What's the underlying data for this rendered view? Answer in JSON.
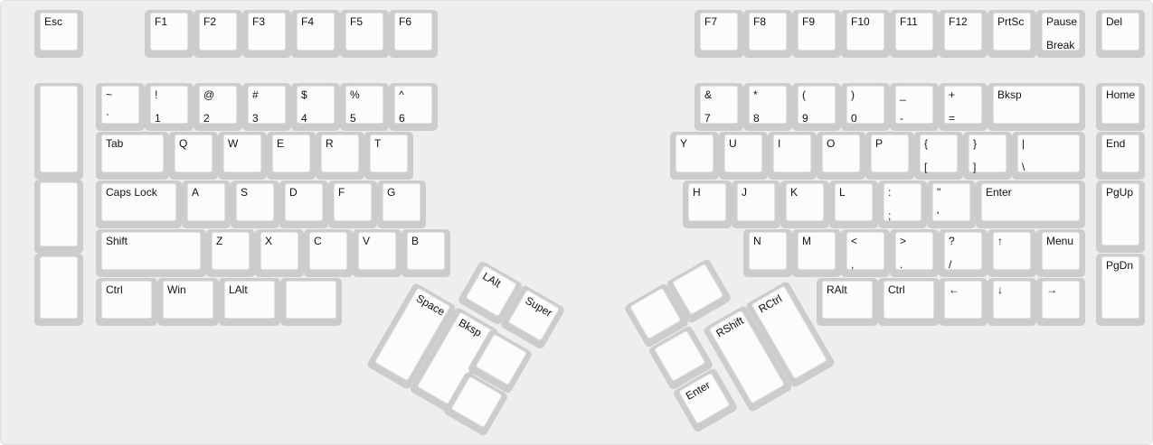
{
  "keys": [
    {
      "name": "key-esc",
      "labels": [
        "Esc"
      ]
    },
    {
      "name": "key-f1",
      "labels": [
        "F1"
      ]
    },
    {
      "name": "key-f2",
      "labels": [
        "F2"
      ]
    },
    {
      "name": "key-f3",
      "labels": [
        "F3"
      ]
    },
    {
      "name": "key-f4",
      "labels": [
        "F4"
      ]
    },
    {
      "name": "key-f5",
      "labels": [
        "F5"
      ]
    },
    {
      "name": "key-f6",
      "labels": [
        "F6"
      ]
    },
    {
      "name": "key-f7",
      "labels": [
        "F7"
      ]
    },
    {
      "name": "key-f8",
      "labels": [
        "F8"
      ]
    },
    {
      "name": "key-f9",
      "labels": [
        "F9"
      ]
    },
    {
      "name": "key-f10",
      "labels": [
        "F10"
      ]
    },
    {
      "name": "key-f11",
      "labels": [
        "F11"
      ]
    },
    {
      "name": "key-f12",
      "labels": [
        "F12"
      ]
    },
    {
      "name": "key-prtsc",
      "labels": [
        "PrtSc"
      ]
    },
    {
      "name": "key-pause",
      "labels": [
        "Pause",
        "Break"
      ]
    },
    {
      "name": "key-del",
      "labels": [
        "Del"
      ]
    },
    {
      "name": "key-left-macro-1",
      "labels": []
    },
    {
      "name": "key-left-macro-2",
      "labels": []
    },
    {
      "name": "key-left-macro-3",
      "labels": []
    },
    {
      "name": "key-tilde",
      "labels": [
        "~",
        "`"
      ]
    },
    {
      "name": "key-1",
      "labels": [
        "!",
        "1"
      ]
    },
    {
      "name": "key-2",
      "labels": [
        "@",
        "2"
      ]
    },
    {
      "name": "key-3",
      "labels": [
        "#",
        "3"
      ]
    },
    {
      "name": "key-4",
      "labels": [
        "$",
        "4"
      ]
    },
    {
      "name": "key-5",
      "labels": [
        "%",
        "5"
      ]
    },
    {
      "name": "key-6",
      "labels": [
        "^",
        "6"
      ]
    },
    {
      "name": "key-7",
      "labels": [
        "&",
        "7"
      ]
    },
    {
      "name": "key-8",
      "labels": [
        "*",
        "8"
      ]
    },
    {
      "name": "key-9",
      "labels": [
        "(",
        "9"
      ]
    },
    {
      "name": "key-0",
      "labels": [
        ")",
        "0"
      ]
    },
    {
      "name": "key-minus",
      "labels": [
        "_",
        "-"
      ]
    },
    {
      "name": "key-equals",
      "labels": [
        "+",
        "="
      ]
    },
    {
      "name": "key-backspace",
      "labels": [
        "Bksp"
      ]
    },
    {
      "name": "key-home",
      "labels": [
        "Home"
      ]
    },
    {
      "name": "key-tab",
      "labels": [
        "Tab"
      ]
    },
    {
      "name": "key-q",
      "labels": [
        "Q"
      ]
    },
    {
      "name": "key-w",
      "labels": [
        "W"
      ]
    },
    {
      "name": "key-e",
      "labels": [
        "E"
      ]
    },
    {
      "name": "key-r",
      "labels": [
        "R"
      ]
    },
    {
      "name": "key-t",
      "labels": [
        "T"
      ]
    },
    {
      "name": "key-y",
      "labels": [
        "Y"
      ]
    },
    {
      "name": "key-u",
      "labels": [
        "U"
      ]
    },
    {
      "name": "key-i",
      "labels": [
        "I"
      ]
    },
    {
      "name": "key-o",
      "labels": [
        "O"
      ]
    },
    {
      "name": "key-p",
      "labels": [
        "P"
      ]
    },
    {
      "name": "key-lbracket",
      "labels": [
        "{",
        "["
      ]
    },
    {
      "name": "key-rbracket",
      "labels": [
        "}",
        "]"
      ]
    },
    {
      "name": "key-backslash",
      "labels": [
        "|",
        "\\"
      ]
    },
    {
      "name": "key-end",
      "labels": [
        "End"
      ]
    },
    {
      "name": "key-capslock",
      "labels": [
        "Caps Lock"
      ]
    },
    {
      "name": "key-a",
      "labels": [
        "A"
      ]
    },
    {
      "name": "key-s",
      "labels": [
        "S"
      ]
    },
    {
      "name": "key-d",
      "labels": [
        "D"
      ]
    },
    {
      "name": "key-f",
      "labels": [
        "F"
      ]
    },
    {
      "name": "key-g",
      "labels": [
        "G"
      ]
    },
    {
      "name": "key-h",
      "labels": [
        "H"
      ]
    },
    {
      "name": "key-j",
      "labels": [
        "J"
      ]
    },
    {
      "name": "key-k",
      "labels": [
        "K"
      ]
    },
    {
      "name": "key-l",
      "labels": [
        "L"
      ]
    },
    {
      "name": "key-semicolon",
      "labels": [
        ":",
        ";"
      ]
    },
    {
      "name": "key-quote",
      "labels": [
        "\"",
        "'"
      ]
    },
    {
      "name": "key-enter",
      "labels": [
        "Enter"
      ]
    },
    {
      "name": "key-pgup",
      "labels": [
        "PgUp"
      ]
    },
    {
      "name": "key-lshift",
      "labels": [
        "Shift"
      ]
    },
    {
      "name": "key-z",
      "labels": [
        "Z"
      ]
    },
    {
      "name": "key-x",
      "labels": [
        "X"
      ]
    },
    {
      "name": "key-c",
      "labels": [
        "C"
      ]
    },
    {
      "name": "key-v",
      "labels": [
        "V"
      ]
    },
    {
      "name": "key-b",
      "labels": [
        "B"
      ]
    },
    {
      "name": "key-n",
      "labels": [
        "N"
      ]
    },
    {
      "name": "key-m",
      "labels": [
        "M"
      ]
    },
    {
      "name": "key-comma",
      "labels": [
        "<",
        ","
      ]
    },
    {
      "name": "key-period",
      "labels": [
        ">",
        "."
      ]
    },
    {
      "name": "key-slash",
      "labels": [
        "?",
        "/"
      ]
    },
    {
      "name": "key-up",
      "labels": [
        "↑"
      ]
    },
    {
      "name": "key-menu",
      "labels": [
        "Menu"
      ]
    },
    {
      "name": "key-pgdn",
      "labels": [
        "PgDn"
      ]
    },
    {
      "name": "key-lctrl",
      "labels": [
        "Ctrl"
      ]
    },
    {
      "name": "key-win",
      "labels": [
        "Win"
      ]
    },
    {
      "name": "key-lalt-bottom",
      "labels": [
        "LAlt"
      ]
    },
    {
      "name": "key-blank-bottom",
      "labels": []
    },
    {
      "name": "key-ralt",
      "labels": [
        "RAlt"
      ]
    },
    {
      "name": "key-rctrl-bottom",
      "labels": [
        "Ctrl"
      ]
    },
    {
      "name": "key-left",
      "labels": [
        "←"
      ]
    },
    {
      "name": "key-down",
      "labels": [
        "↓"
      ]
    },
    {
      "name": "key-right",
      "labels": [
        "→"
      ]
    },
    {
      "name": "key-thumb-space",
      "labels": [
        "Space"
      ]
    },
    {
      "name": "key-thumb-bksp",
      "labels": [
        "Bksp"
      ]
    },
    {
      "name": "key-thumb-lalt",
      "labels": [
        "LAlt"
      ]
    },
    {
      "name": "key-thumb-super",
      "labels": [
        "Super"
      ]
    },
    {
      "name": "key-thumb-left-blank-1",
      "labels": []
    },
    {
      "name": "key-thumb-left-blank-2",
      "labels": []
    },
    {
      "name": "key-thumb-right-blank-1",
      "labels": []
    },
    {
      "name": "key-thumb-right-blank-2",
      "labels": []
    },
    {
      "name": "key-thumb-right-blank-3",
      "labels": []
    },
    {
      "name": "key-thumb-rshift",
      "labels": [
        "RShift"
      ]
    },
    {
      "name": "key-thumb-rctrl",
      "labels": [
        "RCtrl"
      ]
    },
    {
      "name": "key-thumb-enter",
      "labels": [
        "Enter"
      ]
    }
  ]
}
